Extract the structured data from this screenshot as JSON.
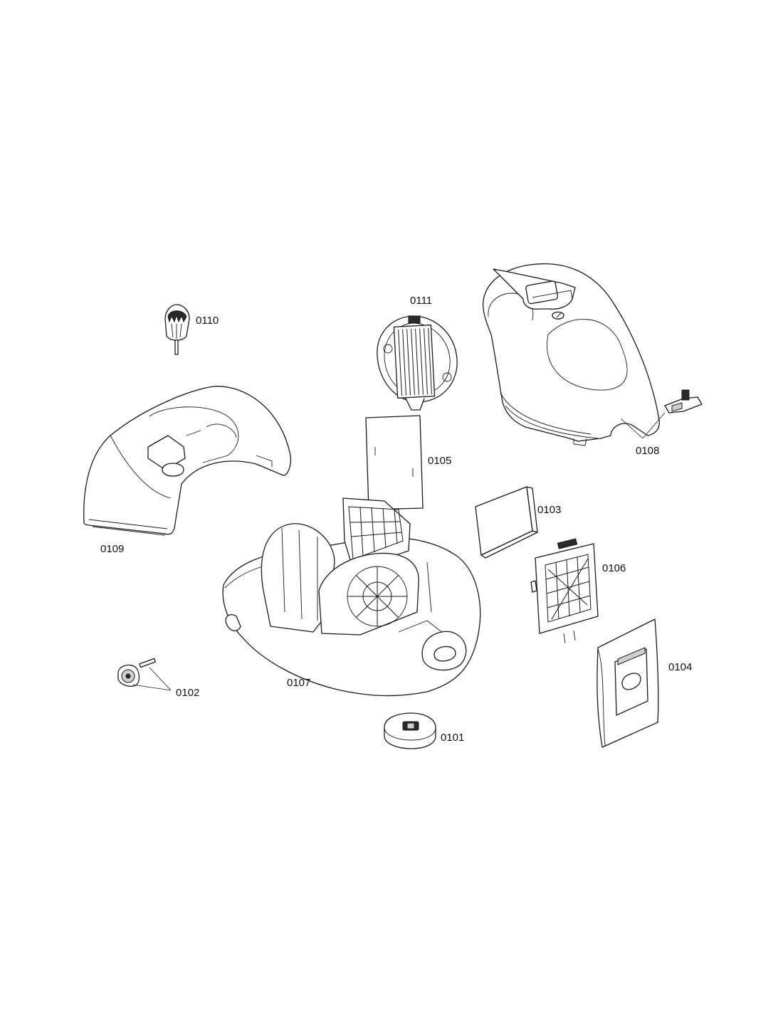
{
  "parts": [
    {
      "id": "p0101",
      "number": "0101"
    },
    {
      "id": "p0102",
      "number": "0102"
    },
    {
      "id": "p0103",
      "number": "0103"
    },
    {
      "id": "p0104",
      "number": "0104"
    },
    {
      "id": "p0105",
      "number": "0105"
    },
    {
      "id": "p0106",
      "number": "0106"
    },
    {
      "id": "p0107",
      "number": "0107"
    },
    {
      "id": "p0108",
      "number": "0108"
    },
    {
      "id": "p0109",
      "number": "0109"
    },
    {
      "id": "p0110",
      "number": "0110"
    },
    {
      "id": "p0111",
      "number": "0111"
    }
  ],
  "colors": {
    "line": "#1a1a1a",
    "background": "#ffffff"
  }
}
